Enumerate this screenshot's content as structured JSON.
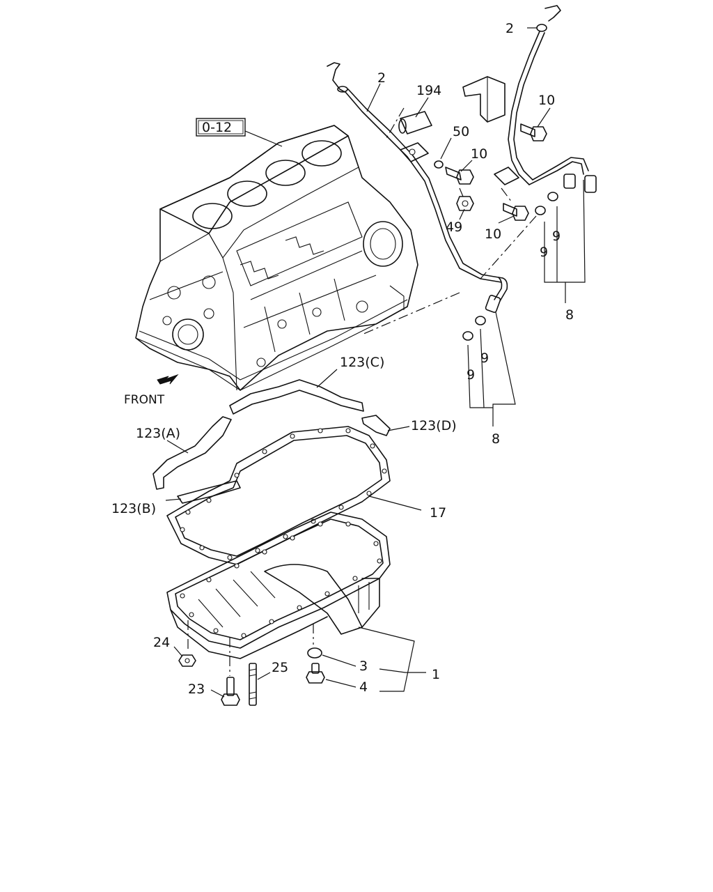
{
  "ref_box": "0-12",
  "front_label": "FRONT",
  "callouts": {
    "dipstick_a": "2",
    "dipstick_b": "2",
    "p194": "194",
    "p50": "50",
    "p10_a": "10",
    "p10_b": "10",
    "p10_c": "10",
    "p49": "49",
    "p9_a": "9",
    "p9_b": "9",
    "p9_c": "9",
    "p9_d": "9",
    "p8_a": "8",
    "p8_b": "8",
    "p123c": "123(C)",
    "p123a": "123(A)",
    "p123d": "123(D)",
    "p123b": "123(B)",
    "p17": "17",
    "p24": "24",
    "p25": "25",
    "p23": "23",
    "p3": "3",
    "p4": "4",
    "p1": "1"
  }
}
